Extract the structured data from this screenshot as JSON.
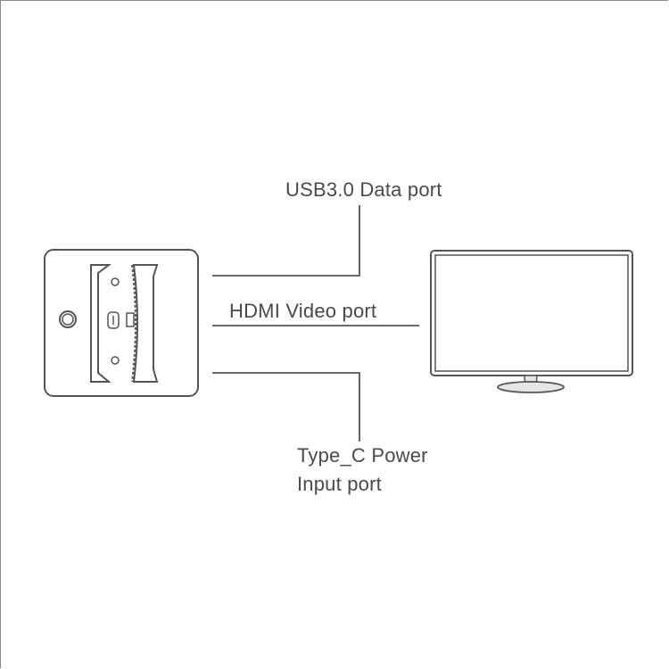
{
  "labels": {
    "usb": "USB3.0 Data port",
    "hdmi": "HDMI Video port",
    "typec_line1": "Type_C Power",
    "typec_line2": "Input port"
  },
  "colors": {
    "stroke": "#555555",
    "text": "#4a4a4a",
    "background": "#ffffff",
    "stand_fill": "#e6e6e6"
  }
}
